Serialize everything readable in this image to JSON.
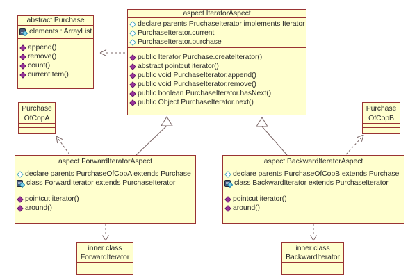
{
  "diagram_title": "Purchase Iterator aspect UML diagram",
  "colors": {
    "box_fill": "#FFFFCE",
    "box_border": "#993333",
    "method_icon": "#993399",
    "pointcut_icon": "#2E9BC0",
    "class_icon_body": "#4A5A78",
    "connector": "#7A6565",
    "text": "#2B2B2B"
  },
  "icons": {
    "method": "purple-filled-diamond",
    "pointcut": "cyan-outline-diamond",
    "class": "blue-class-with-cyan-diamond"
  },
  "boxes": {
    "abstract_purchase": {
      "title": "abstract Purchase",
      "fields": [
        "elements : ArrayList"
      ],
      "methods": [
        "append()",
        "remove()",
        "count()",
        "currentItem()"
      ]
    },
    "iterator_aspect": {
      "title": "aspect IteratorAspect",
      "fields": [
        "declare parents PruchaseIterator implements Iterator",
        "PurchaseIterator.current",
        "PurchaseIterator.purchase"
      ],
      "methods": [
        "public Iterator Purchase.createIterator()",
        "abstract pointcut iterator()",
        "public void PurchaseIterator.append()",
        "public void PurchaseIterator.remove()",
        "public boolean PurchaseIterator.hasNext()",
        "public Object PurchaseIterator.next()"
      ]
    },
    "purchase_ofcopa": {
      "line1": "Purchase",
      "line2": "OfCopA"
    },
    "purchase_ofcopb": {
      "line1": "Purchase",
      "line2": "OfCopB"
    },
    "forward_aspect": {
      "title": "aspect ForwardIteratorAspect",
      "fields": [
        "declare parents PurchaseOfCopA extends Purchase",
        "class ForwardIterator extends PurchaseIterator"
      ],
      "methods": [
        "pointcut iterator()",
        "around()"
      ]
    },
    "backward_aspect": {
      "title": "aspect BackwardIteratorAspect",
      "fields": [
        "declare parents PurchaseOfCopB extends Purchase",
        "class BackwardIterator extends PurchaseIterator"
      ],
      "methods": [
        "pointcut iterator()",
        "around()"
      ]
    },
    "inner_forward": {
      "line1": "inner class",
      "line2": "ForwardIterator"
    },
    "inner_backward": {
      "line1": "inner class",
      "line2": "BackwardIterator"
    }
  },
  "relations": [
    "IteratorAspect ..> abstract Purchase (dependency)",
    "ForwardIteratorAspect --|> IteratorAspect (generalization)",
    "BackwardIteratorAspect --|> IteratorAspect (generalization)",
    "ForwardIteratorAspect ..> PurchaseOfCopA (dependency)",
    "BackwardIteratorAspect ..> PurchaseOfCopB (dependency)",
    "ForwardIteratorAspect ..> inner class ForwardIterator (dependency)",
    "BackwardIteratorAspect ..> inner class BackwardIterator (dependency)"
  ]
}
